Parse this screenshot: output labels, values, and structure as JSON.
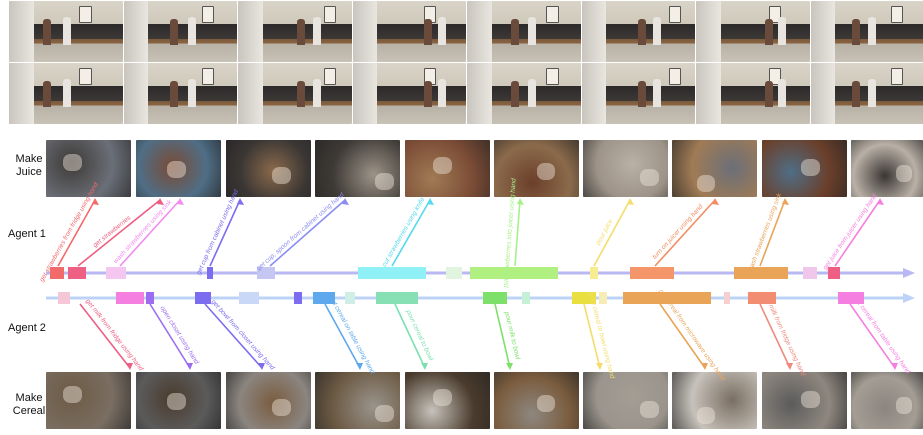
{
  "labels": {
    "top_task": "Make Juice",
    "bottom_task": "Make Cereal",
    "agent1": "Agent 1",
    "agent2": "Agent 2"
  },
  "colors": {
    "track1": "#b9b8f3",
    "track2": "#bcd3f7",
    "palette": [
      "#f26b6b",
      "#ee5f84",
      "#f28cf0",
      "#7b6cf0",
      "#8a8ef0",
      "#56d8ee",
      "#a8f08a",
      "#7de06a",
      "#f4dd6a",
      "#f28d62",
      "#e9a458",
      "#ef8a7c",
      "#f57fe1"
    ]
  },
  "agent1_actions": [
    {
      "text": "get strawberries from fridge using hand",
      "color": "#f26b6b"
    },
    {
      "text": "get strawberries",
      "color": "#ee5f84"
    },
    {
      "text": "wash strawberries using sink",
      "color": "#f28cf0"
    },
    {
      "text": "get cup from cabinet using hand",
      "color": "#7b6cf0"
    },
    {
      "text": "get cup, spoon from cabinet using hand",
      "color": "#8a8ef0"
    },
    {
      "text": "cut strawberries using knife",
      "color": "#56d8ee"
    },
    {
      "text": "put strawberries into juicer using hand",
      "color": "#a8f08a"
    },
    {
      "text": "pour juice",
      "color": "#f4dd6a"
    },
    {
      "text": "turn on juicer using hand",
      "color": "#f28d62"
    },
    {
      "text": "wash strawberries using sink",
      "color": "#e9a458"
    },
    {
      "text": "get juice from juicer using hand",
      "color": "#f57fe1"
    }
  ],
  "agent2_actions": [
    {
      "text": "get milk from fridge using hand",
      "color": "#ee5f84"
    },
    {
      "text": "open closet using hand",
      "color": "#9b6cf0"
    },
    {
      "text": "get bowl from closet using hand",
      "color": "#7b6cf0"
    },
    {
      "text": "put cereal on table using hand",
      "color": "#5ea8ee"
    },
    {
      "text": "pour cereal to bowl",
      "color": "#7de0b0"
    },
    {
      "text": "pour milk to bowl",
      "color": "#7de06a"
    },
    {
      "text": "pour cereal to bowl using hand",
      "color": "#f4dd6a"
    },
    {
      "text": "get cereal from microwave using hand",
      "color": "#e9a458"
    },
    {
      "text": "get milk from fridge using hand",
      "color": "#ef8a7c"
    },
    {
      "text": "get cereal from table using hand",
      "color": "#f57fe1"
    }
  ]
}
